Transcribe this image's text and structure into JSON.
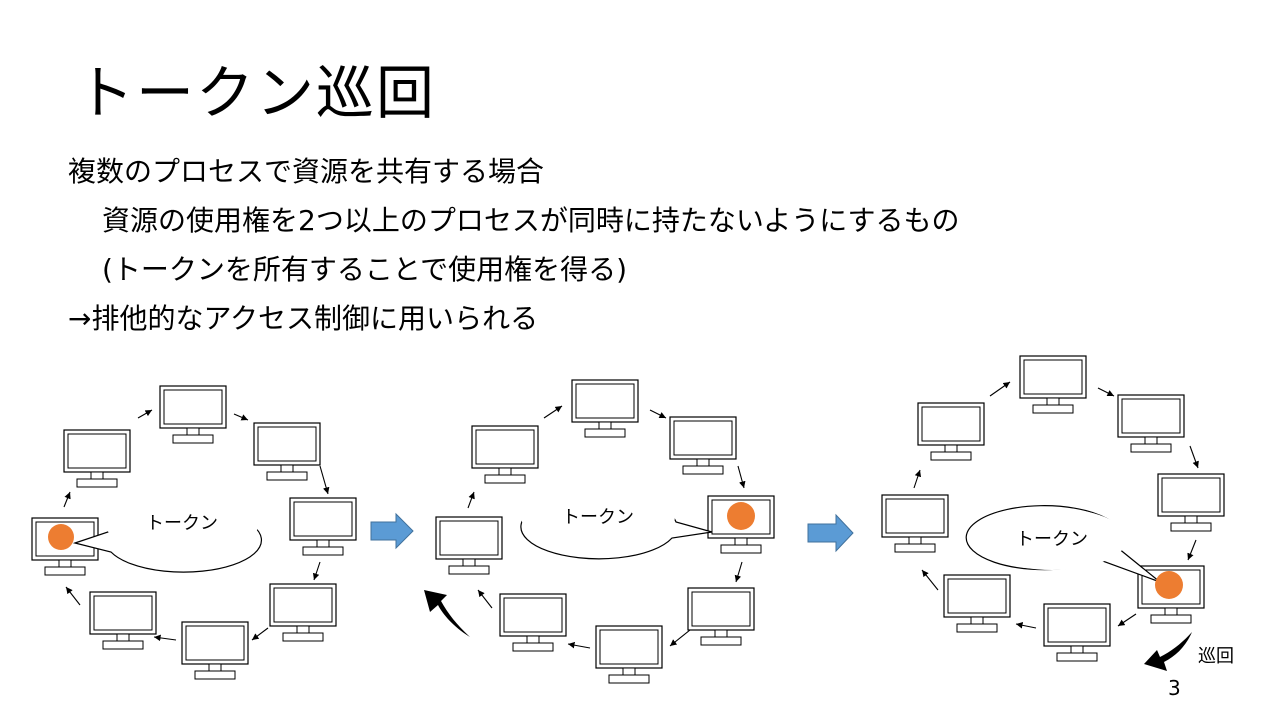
{
  "title": "トークン巡回",
  "lines": [
    "複数のプロセスで資源を共有する場合",
    "資源の使用権を2つ以上のプロセスが同時に持たないようにするもの",
    "(トークンを所有することで使用権を得る)",
    "→排他的なアクセス制御に用いられる"
  ],
  "diagram": {
    "bubble_label": "トークン",
    "patrol_label": "巡回",
    "token_color": "#ed7d31",
    "step_arrow_color": "#5b9bd5",
    "icons": [
      "computer-icon",
      "token-icon",
      "speech-bubble-icon",
      "curved-arrow-icon"
    ]
  },
  "page_number": "3"
}
